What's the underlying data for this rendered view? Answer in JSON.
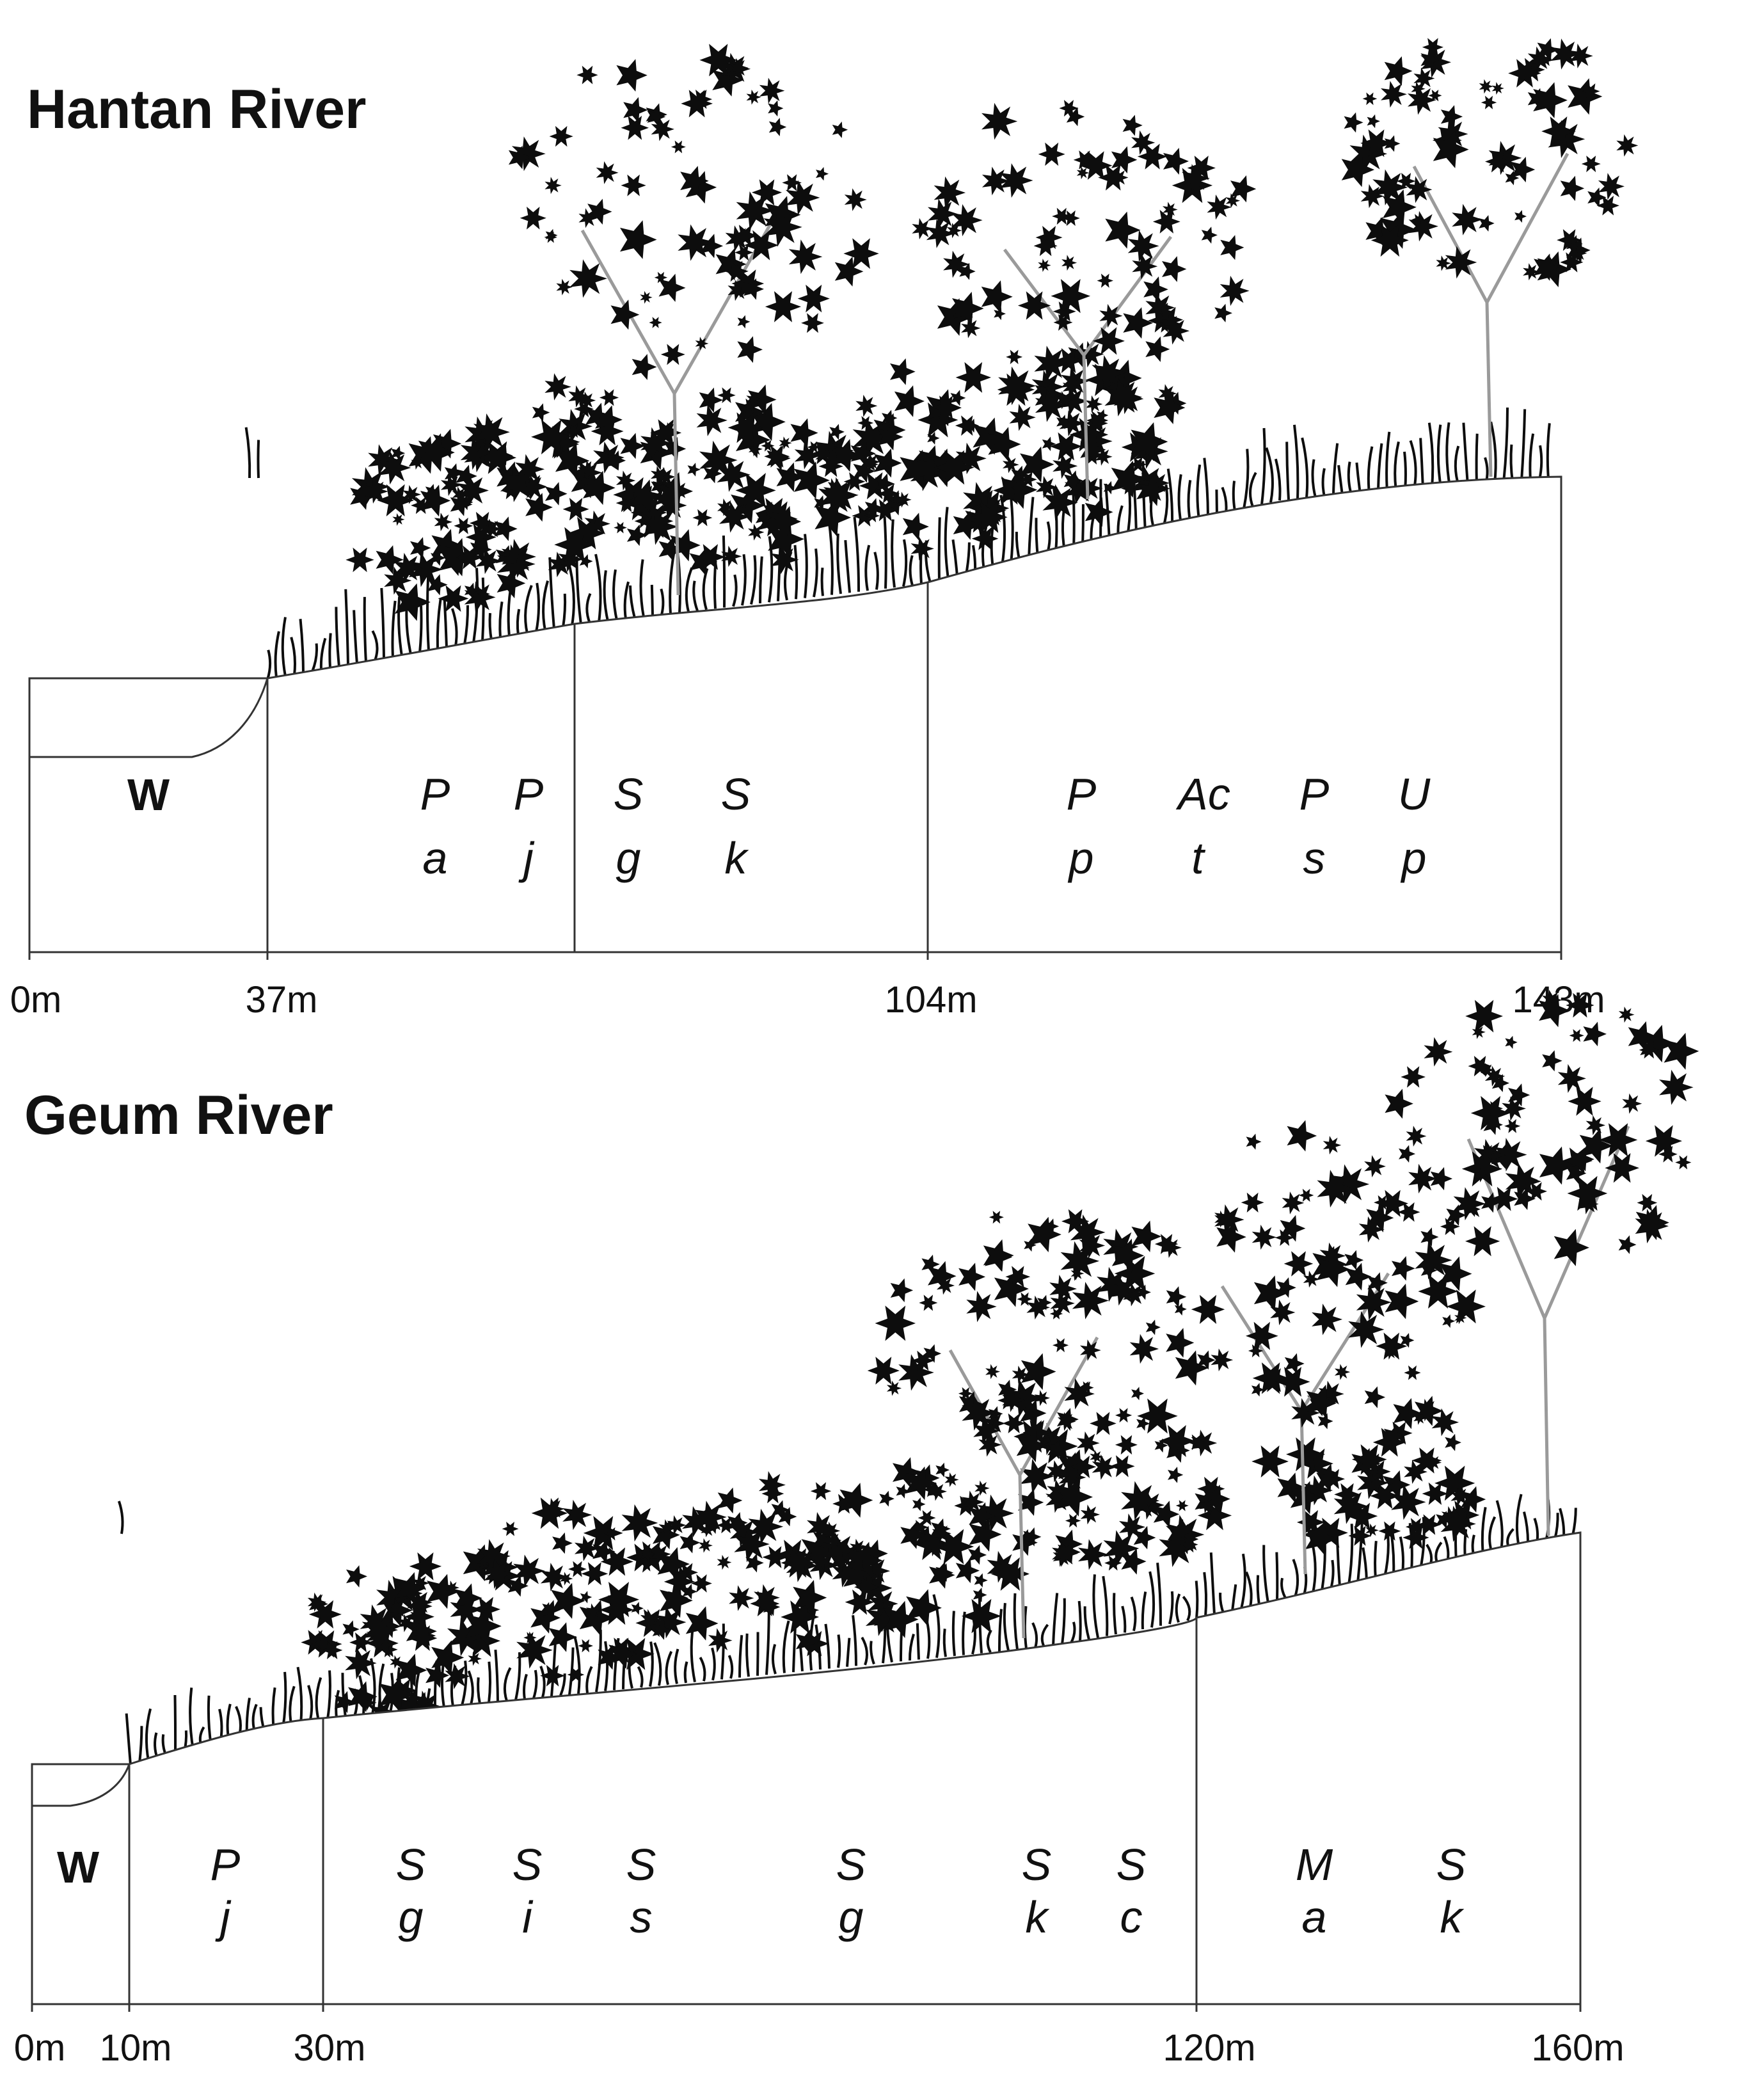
{
  "panels": [
    {
      "title": "Hantan River",
      "water_label": "W",
      "distances": [
        "0m",
        "37m",
        "104m",
        "143m"
      ],
      "species": [
        {
          "genus": "P",
          "species": "a"
        },
        {
          "genus": "P",
          "species": "j"
        },
        {
          "genus": "S",
          "species": "g"
        },
        {
          "genus": "S",
          "species": "k"
        },
        {
          "genus": "P",
          "species": "p"
        },
        {
          "genus": "Ac",
          "species": "t"
        },
        {
          "genus": "P",
          "species": "s"
        },
        {
          "genus": "U",
          "species": "p"
        }
      ]
    },
    {
      "title": "Geum River",
      "water_label": "W",
      "distances": [
        "0m",
        "10m",
        "30m",
        "120m",
        "160m"
      ],
      "species": [
        {
          "genus": "P",
          "species": "j"
        },
        {
          "genus": "S",
          "species": "g"
        },
        {
          "genus": "S",
          "species": "i"
        },
        {
          "genus": "S",
          "species": "s"
        },
        {
          "genus": "S",
          "species": "g"
        },
        {
          "genus": "S",
          "species": "k"
        },
        {
          "genus": "S",
          "species": "c"
        },
        {
          "genus": "M",
          "species": "a"
        },
        {
          "genus": "S",
          "species": "k"
        }
      ]
    }
  ],
  "colors": {
    "vegetation": "#0d0d0d",
    "outline": "#333333",
    "trunk": "#9a9a9a"
  }
}
